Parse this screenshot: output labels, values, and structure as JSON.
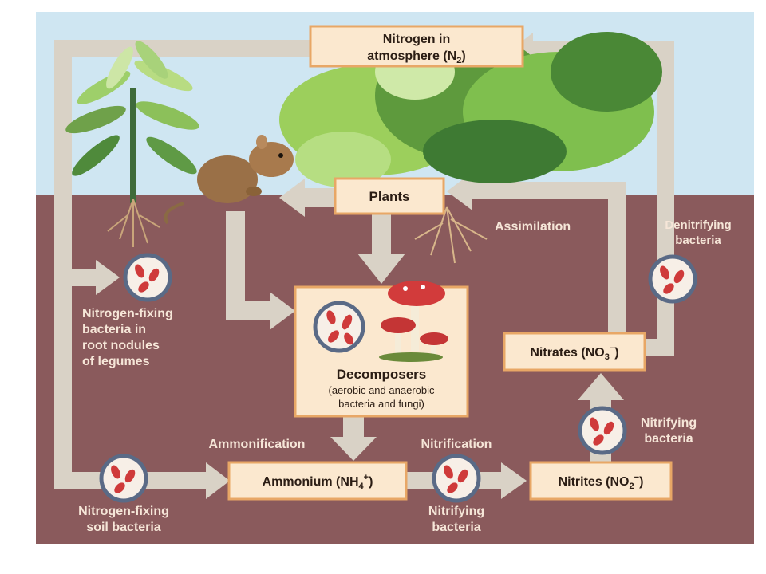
{
  "diagram": {
    "colors": {
      "sky": "#cfe6f2",
      "soil": "#8a5a5c",
      "box_fill": "#fbe8cf",
      "box_stroke": "#e8a766",
      "arrow": "#d9d2c6",
      "bacteria_ring": "#5a6a86",
      "bacteria_fill": "#f7efe7",
      "bacteria_cell": "#cf3a3a",
      "soil_text": "#f6e6d8"
    },
    "boxes": {
      "atmosphere": {
        "line1": "Nitrogen in",
        "line2_pre": "atmosphere (N",
        "line2_sub": "2",
        "line2_post": ")"
      },
      "plants": "Plants",
      "decomposers": {
        "title": "Decomposers",
        "line1": "(aerobic and anaerobic",
        "line2": "bacteria and fungi)"
      },
      "ammonium": {
        "pre": "Ammonium (NH",
        "sub": "4",
        "sup": "+",
        "post": ")"
      },
      "nitrites": {
        "pre": "Nitrites (NO",
        "sub": "2",
        "sup": "−",
        "post": ")"
      },
      "nitrates": {
        "pre": "Nitrates (NO",
        "sub": "3",
        "sup": "−",
        "post": ")"
      }
    },
    "labels": {
      "assimilation": "Assimilation",
      "denitrifying": [
        "Denitrifying",
        "bacteria"
      ],
      "nodule_bacteria": [
        "Nitrogen-fixing",
        "bacteria in",
        "root nodules",
        "of legumes"
      ],
      "soil_bacteria": [
        "Nitrogen-fixing",
        "soil bacteria"
      ],
      "ammonification": "Ammonification",
      "nitrification": "Nitrification",
      "nitrifying_bottom": [
        "Nitrifying",
        "bacteria"
      ],
      "nitrifying_right": [
        "Nitrifying",
        "bacteria"
      ]
    }
  }
}
